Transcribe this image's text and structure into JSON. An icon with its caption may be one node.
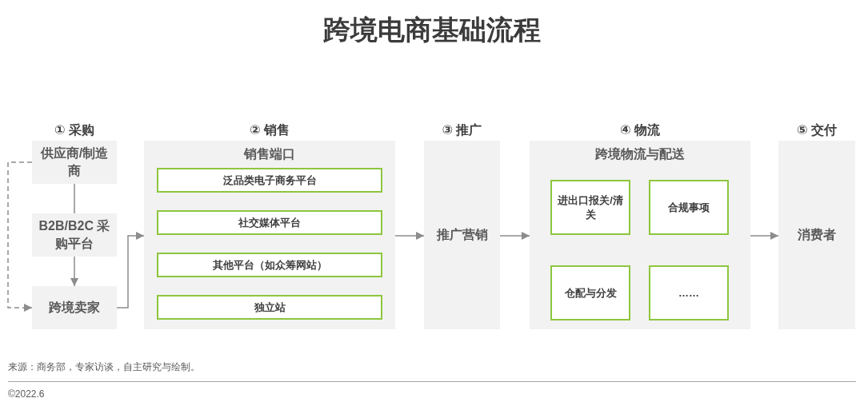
{
  "diagram": {
    "title": "跨境电商基础流程",
    "nodes": [
      {
        "text": [
          "供应商/制造商"
        ]
      },
      {
        "text": [
          "B2B/B2C 采购平台"
        ]
      },
      {
        "text": [
          "跨境卖家"
        ]
      },
      {
        "text": [
          "② 销售",
          "销售端口"
        ]
      },
      {
        "text": [
          "泛品类电子商务平台"
        ],
        "in": 3
      },
      {
        "text": [
          "社交媒体平台"
        ],
        "in": 3
      },
      {
        "text": [
          "其他平台（如众筹网站）"
        ],
        "in": 3
      },
      {
        "text": [
          "独立站"
        ],
        "in": 3
      },
      {
        "text": [
          "③ 推广",
          "推广营销"
        ]
      },
      {
        "text": [
          "④ 物流",
          "跨境物流与配送"
        ]
      },
      {
        "text": [
          "进出口报关/清关"
        ],
        "in": 9
      },
      {
        "text": [
          "合规事项"
        ],
        "in": 9
      },
      {
        "text": [
          "仓配与分发"
        ],
        "in": 9
      },
      {
        "text": [
          "……"
        ],
        "in": 9
      },
      {
        "text": [
          "⑤ 交付",
          "消费者"
        ]
      }
    ],
    "edges": [
      {
        "from": 0,
        "to": 1,
        "arrow": "none"
      },
      {
        "from": 1,
        "to": 2,
        "arrow": "to"
      },
      {
        "from": 0,
        "to": 2,
        "arrow": "to",
        "style": "dashed"
      },
      {
        "from": 2,
        "to": 3,
        "arrow": "to"
      },
      {
        "from": 3,
        "to": 8,
        "arrow": "to"
      },
      {
        "from": 8,
        "to": 9,
        "arrow": "to"
      },
      {
        "from": 9,
        "to": 14,
        "arrow": "to"
      }
    ],
    "labels": [
      "① 采购",
      "来源：商务部，专家访谈，自主研究与绘制。",
      "©2022.6"
    ]
  }
}
